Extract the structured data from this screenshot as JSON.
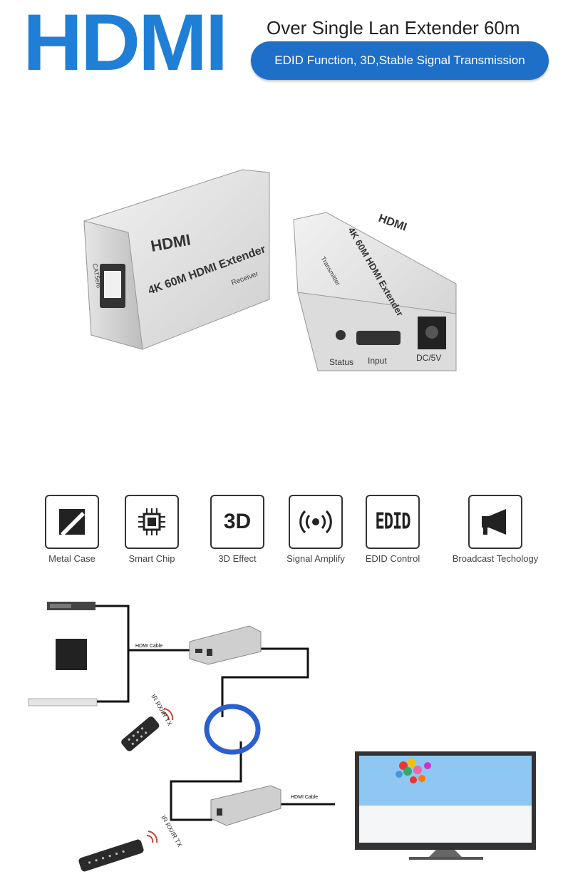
{
  "header": {
    "logo": "HDMI",
    "subtitle": "Over Single Lan Extender 60m",
    "pill": "EDID Function, 3D,Stable Signal Transmission"
  },
  "product": {
    "receiver_logo": "HDMI",
    "receiver_model": "4K 60M HDMI Extender",
    "receiver_label": "Receiver",
    "receiver_port": "CAT5e/6",
    "transmitter_logo": "HDMI",
    "transmitter_model": "4K 60M HDMI Extender",
    "transmitter_label": "Transmitter",
    "status_label": "Status",
    "input_label": "Input",
    "dc_label": "DC/5V"
  },
  "features": [
    {
      "label": "Metal Case",
      "icon": "metal-case-icon"
    },
    {
      "label": "Smart Chip",
      "icon": "chip-icon"
    },
    {
      "label": "3D Effect",
      "icon": "3d-icon",
      "icon_text": "3D"
    },
    {
      "label": "Signal Amplify",
      "icon": "signal-icon"
    },
    {
      "label": "EDID Control",
      "icon": "edid-icon",
      "icon_text": "EDID"
    },
    {
      "label": "Broadcast Techology",
      "icon": "megaphone-icon"
    }
  ],
  "diagram": {
    "hdmi_cable_top": "HDMI  Cable",
    "hdmi_cable_bottom": "HDMI  Cable",
    "ir_top": "IR RX/IR TX",
    "ir_bottom": "IR RX/IR TX"
  },
  "colors": {
    "brand_blue": "#1f7fd6",
    "pill_blue": "#1e6fc8",
    "cable_blue": "#2a5fd0"
  }
}
